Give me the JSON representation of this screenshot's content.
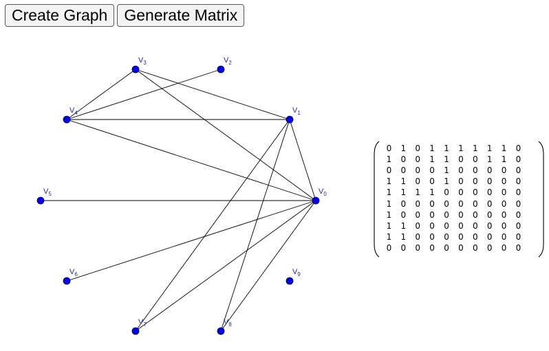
{
  "toolbar": {
    "create_label": "Create Graph",
    "generate_label": "Generate Matrix"
  },
  "colors": {
    "vertex": "#0000ff",
    "vertex_label": "#2020cc",
    "edge": "#000000"
  },
  "graph": {
    "vertices": [
      {
        "id": 0,
        "letter": "V",
        "sub": "0"
      },
      {
        "id": 1,
        "letter": "V",
        "sub": "1"
      },
      {
        "id": 2,
        "letter": "V",
        "sub": "2"
      },
      {
        "id": 3,
        "letter": "V",
        "sub": "3"
      },
      {
        "id": 4,
        "letter": "V",
        "sub": "4"
      },
      {
        "id": 5,
        "letter": "V",
        "sub": "5"
      },
      {
        "id": 6,
        "letter": "V",
        "sub": "6"
      },
      {
        "id": 7,
        "letter": "V",
        "sub": "7"
      },
      {
        "id": 8,
        "letter": "V",
        "sub": "8"
      },
      {
        "id": 9,
        "letter": "V",
        "sub": "9"
      }
    ],
    "edges": [
      [
        3,
        4
      ],
      [
        3,
        1
      ],
      [
        3,
        0
      ],
      [
        2,
        4
      ],
      [
        4,
        1
      ],
      [
        4,
        0
      ],
      [
        1,
        0
      ],
      [
        1,
        7
      ],
      [
        1,
        8
      ],
      [
        5,
        0
      ],
      [
        6,
        0
      ],
      [
        7,
        0
      ],
      [
        8,
        0
      ]
    ]
  },
  "matrix": [
    [
      "0",
      "1",
      "0",
      "1",
      "1",
      "1",
      "1",
      "1",
      "1",
      "0"
    ],
    [
      "1",
      "0",
      "0",
      "1",
      "1",
      "0",
      "0",
      "1",
      "1",
      "0"
    ],
    [
      "0",
      "0",
      "0",
      "0",
      "1",
      "0",
      "0",
      "0",
      "0",
      "0"
    ],
    [
      "1",
      "1",
      "0",
      "0",
      "1",
      "0",
      "0",
      "0",
      "0",
      "0"
    ],
    [
      "1",
      "1",
      "1",
      "1",
      "0",
      "0",
      "0",
      "0",
      "0",
      "0"
    ],
    [
      "1",
      "0",
      "0",
      "0",
      "0",
      "0",
      "0",
      "0",
      "0",
      "0"
    ],
    [
      "1",
      "0",
      "0",
      "0",
      "0",
      "0",
      "0",
      "0",
      "0",
      "0"
    ],
    [
      "1",
      "1",
      "0",
      "0",
      "0",
      "0",
      "0",
      "0",
      "0",
      "0"
    ],
    [
      "1",
      "1",
      "0",
      "0",
      "0",
      "0",
      "0",
      "0",
      "0",
      "0"
    ],
    [
      "0",
      "0",
      "0",
      "0",
      "0",
      "0",
      "0",
      "0",
      "0",
      "0"
    ]
  ]
}
